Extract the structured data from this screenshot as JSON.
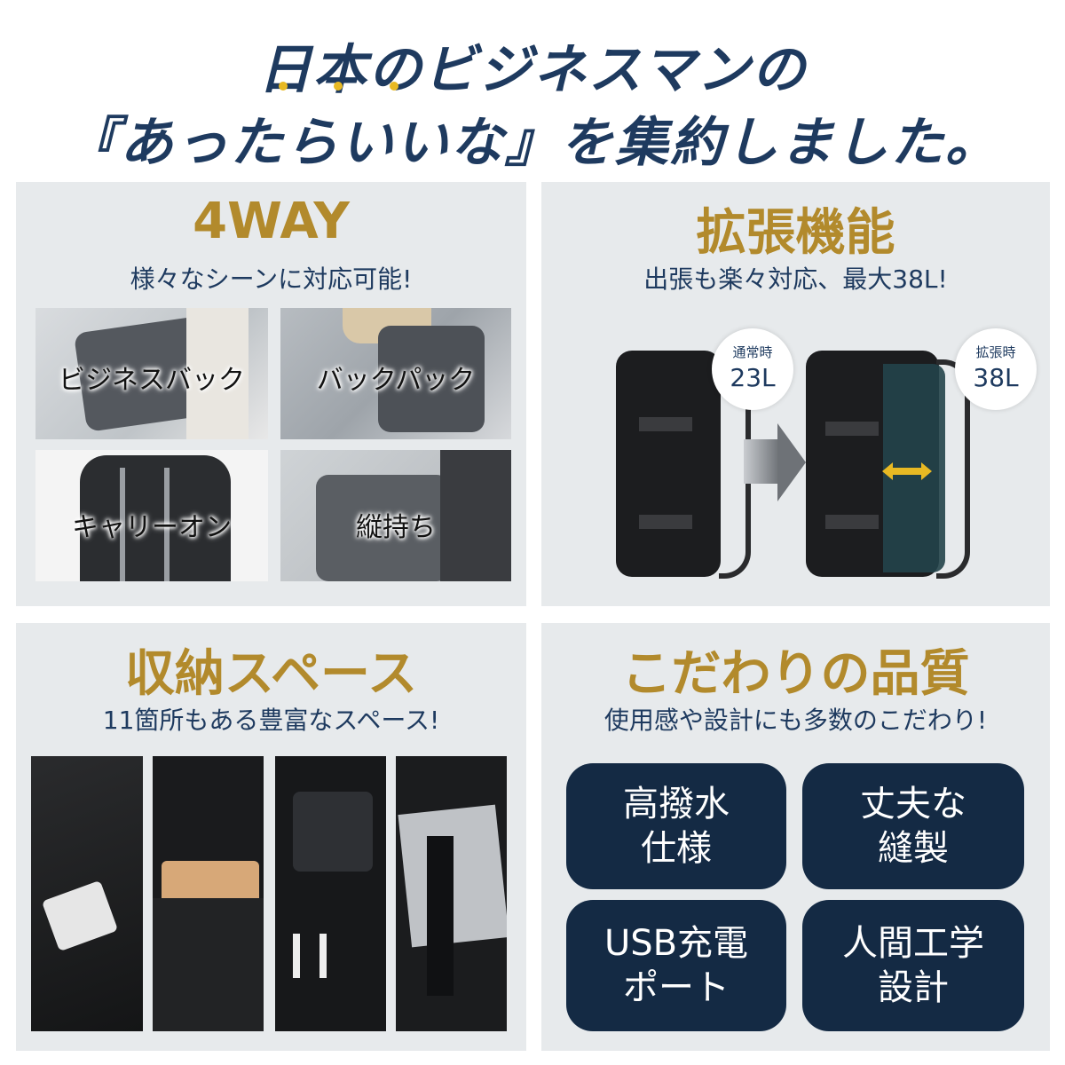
{
  "headline": {
    "line1": "日本のビジネスマンの",
    "line2": "『あったらいいな』を集約しました。"
  },
  "panel_4way": {
    "title": "4WAY",
    "subtitle": "様々なシーンに対応可能!",
    "modes": [
      "ビジネスバック",
      "バックパック",
      "キャリーオン",
      "縦持ち"
    ]
  },
  "panel_expand": {
    "title": "拡張機能",
    "subtitle": "出張も楽々対応、最大38L!",
    "normal": {
      "label": "通常時",
      "value": "23L"
    },
    "expanded": {
      "label": "拡張時",
      "value": "38L"
    }
  },
  "panel_storage": {
    "title": "収納スペース",
    "subtitle": "11箇所もある豊富なスペース!"
  },
  "panel_quality": {
    "title": "こだわりの品質",
    "subtitle": "使用感や設計にも多数のこだわり!",
    "features": [
      {
        "line1": "高撥水",
        "line2": "仕様"
      },
      {
        "line1": "丈夫な",
        "line2": "縫製"
      },
      {
        "line1": "USB充電",
        "line2": "ポート"
      },
      {
        "line1": "人間工学",
        "line2": "設計"
      }
    ]
  },
  "colors": {
    "navy": "#1e3a5f",
    "gold": "#b28a2c",
    "panel_bg": "#e7eaec",
    "feature_bg": "#142a44",
    "accent_dots": "#e8b923"
  }
}
